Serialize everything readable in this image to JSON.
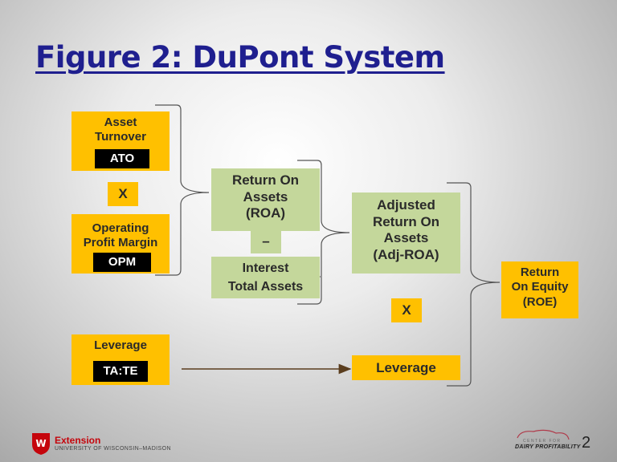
{
  "title": "Figure 2: DuPont System",
  "ato": {
    "line1": "Asset",
    "line2": "Turnover",
    "tag": "ATO"
  },
  "multiply1": "X",
  "opm": {
    "line1": "Operating",
    "line2": "Profit Margin",
    "tag": "OPM"
  },
  "leverage_left": {
    "label": "Leverage",
    "tag": "TA:TE"
  },
  "roa": {
    "line1": "Return On",
    "line2": "Assets",
    "line3": "(ROA)"
  },
  "minus": "–",
  "interest": {
    "numerator": "Interest",
    "denominator": "Total Assets"
  },
  "adj_roa": {
    "line1": "Adjusted",
    "line2": "Return On",
    "line3": "Assets",
    "line4": "(Adj-ROA)"
  },
  "multiply2": "X",
  "leverage_right": "Leverage",
  "roe": {
    "line1": "Return",
    "line2": "On Equity",
    "line3": "(ROE)"
  },
  "footer": {
    "extension": "Extension",
    "university": "UNIVERSITY OF WISCONSIN–MADISON",
    "cdp_top": "CENTER FOR",
    "cdp_main": "DAIRY PROFITABILITY",
    "page_number": "2"
  },
  "colors": {
    "title": "#1f1f8f",
    "yellow": "#ffc000",
    "green": "#c4d79b",
    "arrow": "#5a3d1e"
  }
}
